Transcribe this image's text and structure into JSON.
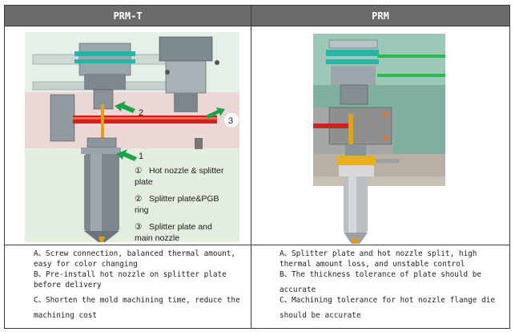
{
  "headers": {
    "left": "PRM-T",
    "right": "PRM"
  },
  "left_figure": {
    "callouts": [
      "2",
      "3",
      "1"
    ],
    "legend": [
      {
        "num": "①",
        "text_line1": "Hot nozzle & splitter",
        "text_line2": "plate"
      },
      {
        "num": "②",
        "text_line1": "Splitter plate&PGB",
        "text_line2": "ring"
      },
      {
        "num": "③",
        "text_line1": "Splitter plate and",
        "text_line2": "main nozzle"
      }
    ]
  },
  "left_desc": [
    "A、Screw connection, balanced thermal amount,",
    "easy for color changing",
    "B、Pre-install hot nozzle on splitter plate",
    "before delivery",
    "C、Shorten the mold machining time, reduce the",
    "machining cost"
  ],
  "right_desc": [
    "A、Splitter plate and hot nozzle split, high",
    "thermal amount loss, and unstable control",
    "B、The thickness tolerance of plate should be",
    "accurate",
    "C、Machining tolerance for hot nozzle flange die",
    "should be accurate"
  ],
  "colors": {
    "header_bg": "#6b6b6b",
    "arrow_green": "#1aa34a",
    "runner_red": "#d22020"
  }
}
